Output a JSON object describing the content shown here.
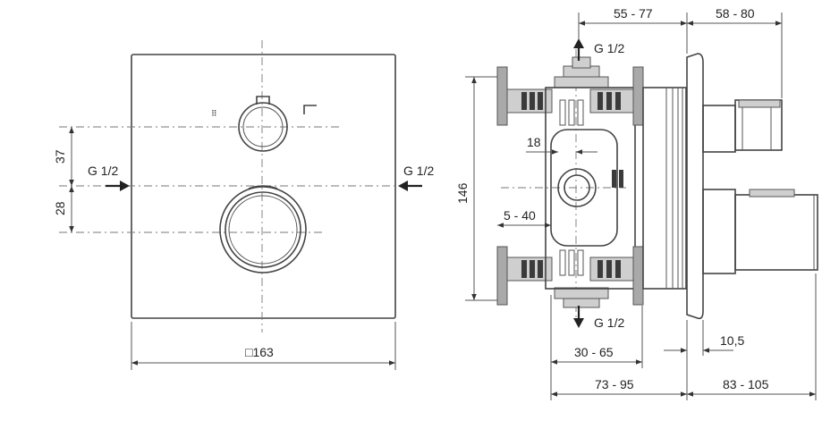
{
  "front_view": {
    "plate_size_label": "□163",
    "dim_upper_label": "37",
    "dim_lower_label": "28",
    "inlet_left_label": "G 1/2",
    "inlet_right_label": "G 1/2",
    "selector_left_symbol": "⠿",
    "selector_right_symbol": "⌐"
  },
  "side_view": {
    "top_outlet_label": "G 1/2",
    "bottom_outlet_label": "G 1/2",
    "dim_55_77": "55 - 77",
    "dim_58_80": "58 - 80",
    "dim_18": "18",
    "dim_5_40": "5 - 40",
    "dim_146": "146",
    "dim_10_5": "10,5",
    "dim_30_65": "30 - 65",
    "dim_73_95": "73 - 95",
    "dim_83_105": "83 - 105"
  }
}
